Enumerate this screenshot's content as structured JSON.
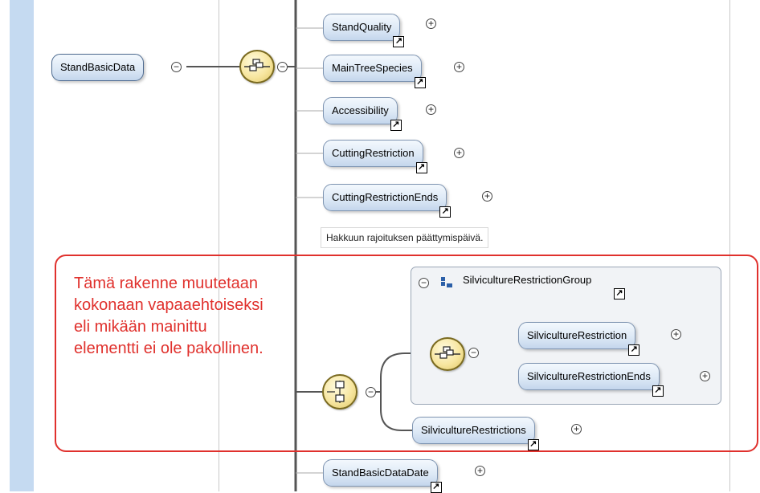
{
  "colors": {
    "sidebar": "#c5daf1",
    "annotation": "#e0312d",
    "node_border": "#4d6a8f"
  },
  "root": {
    "label": "StandBasicData"
  },
  "elements": [
    {
      "id": "StandQuality",
      "label": "StandQuality"
    },
    {
      "id": "MainTreeSpecies",
      "label": "MainTreeSpecies"
    },
    {
      "id": "Accessibility",
      "label": "Accessibility"
    },
    {
      "id": "CuttingRestriction",
      "label": "CuttingRestriction"
    },
    {
      "id": "CuttingRestrictionEnds",
      "label": "CuttingRestrictionEnds"
    },
    {
      "id": "StandBasicDataDate",
      "label": "StandBasicDataDate"
    }
  ],
  "documentation": {
    "cutting_restriction_ends": "Hakkuun rajoituksen päättymispäivä."
  },
  "group": {
    "title": "SilvicultureRestrictionGroup",
    "items": [
      {
        "label": "SilvicultureRestriction"
      },
      {
        "label": "SilvicultureRestrictionEnds"
      }
    ]
  },
  "choice_sibling": {
    "label": "SilvicultureRestrictions"
  },
  "annotation": {
    "lines": [
      "Tämä rakenne muutetaan",
      "kokonaan vapaaehtoiseksi",
      "eli mikään mainittu",
      "elementti ei ole pakollinen."
    ]
  },
  "icons": {
    "collapse": "minus-circle-icon",
    "expand": "plus-circle-icon",
    "reference": "reference-arrow-icon",
    "sequence": "sequence-compositor-icon",
    "choice": "choice-compositor-icon",
    "group": "group-icon"
  },
  "glyphs": {
    "collapse": "−",
    "expand": "+",
    "reference": "↗"
  }
}
